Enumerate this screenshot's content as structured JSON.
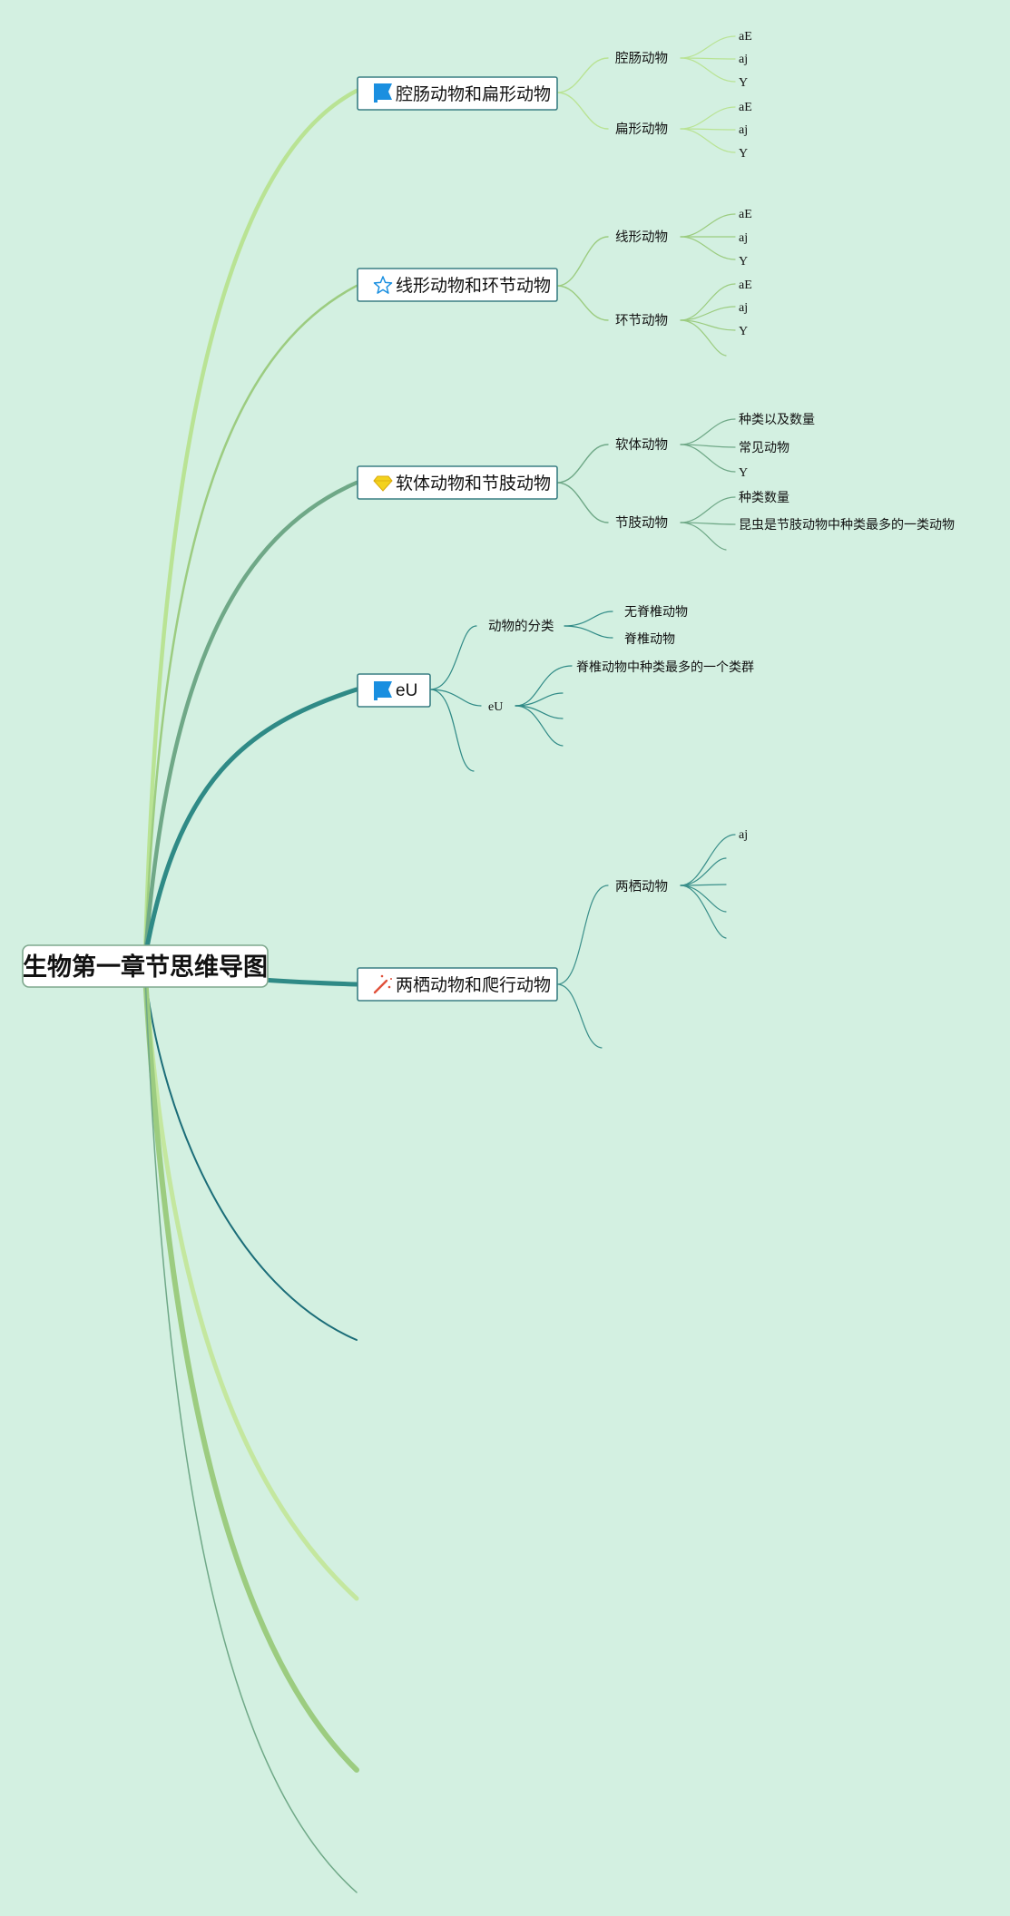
{
  "root": {
    "label": "生物第一章节思维导图"
  },
  "topics": [
    {
      "label": "腔肠动物和扁形动物",
      "icon": "flag-icon"
    },
    {
      "label": "线形动物和环节动物",
      "icon": "star-icon"
    },
    {
      "label": "软体动物和节肢动物",
      "icon": "gem-icon"
    },
    {
      "label": "eU",
      "icon": "flag-icon"
    },
    {
      "label": "两栖动物和爬行动物",
      "icon": "magic-wand-icon"
    }
  ],
  "subtopics": {
    "t1": [
      "腔肠动物",
      "扁形动物"
    ],
    "t2": [
      "线形动物",
      "环节动物"
    ],
    "t3": [
      "软体动物",
      "节肢动物"
    ],
    "t4": [
      "动物的分类",
      "eU"
    ],
    "t5": [
      "两栖动物"
    ]
  },
  "leaves": {
    "t1s1": [
      "aE",
      "aj",
      "Y"
    ],
    "t1s2": [
      "aE",
      "aj",
      "Y"
    ],
    "t2s1": [
      "aE",
      "aj",
      "Y"
    ],
    "t2s2": [
      "aE",
      "aj",
      "Y"
    ],
    "t3s1": [
      "种类以及数量",
      "常见动物",
      "Y"
    ],
    "t3s2": [
      "种类数量",
      "昆虫是节肢动物中种类最多的一类动物"
    ],
    "t4s1": [
      "无脊椎动物",
      "脊椎动物"
    ],
    "t4s2": [
      "脊椎动物中种类最多的一个类群"
    ],
    "t5s1": [
      "aj"
    ]
  },
  "colors": {
    "background": "#d3f0e1",
    "branch_light_green": "#b9e394",
    "branch_green": "#9ccc80",
    "branch_sage": "#6fa887",
    "branch_teal": "#2f8a86",
    "branch_dark_teal": "#1b6d78",
    "flag_blue": "#1a8fe0",
    "gem_yellow": "#f3d21c",
    "wand_red": "#e0503a"
  }
}
